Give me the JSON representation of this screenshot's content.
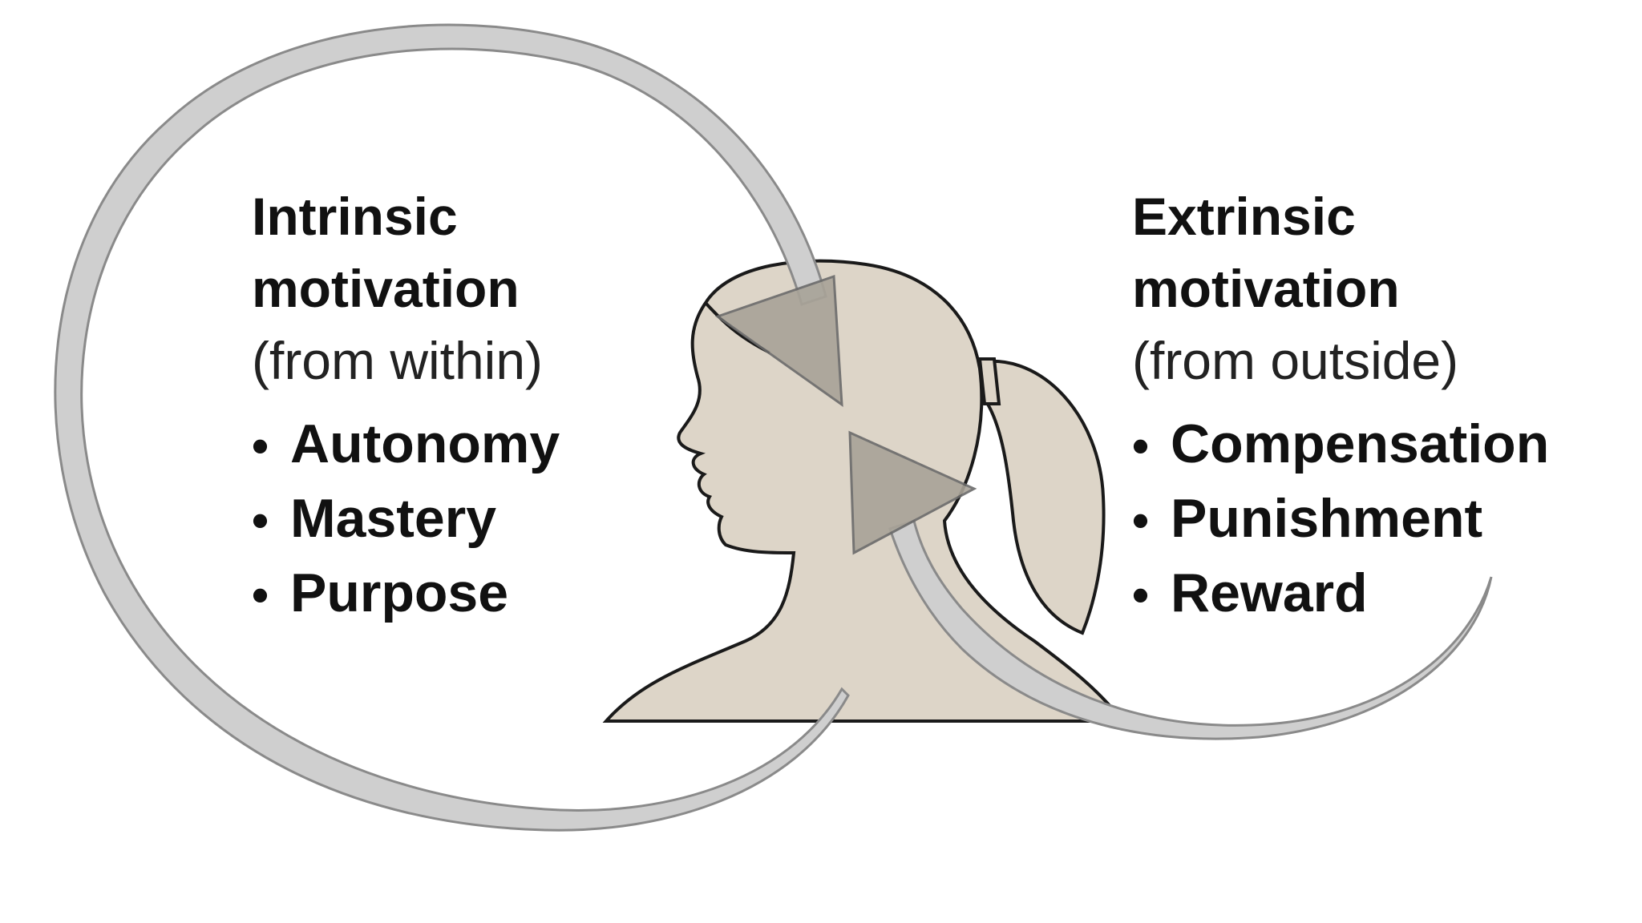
{
  "intrinsic": {
    "title_line1": "Intrinsic",
    "title_line2": "motivation",
    "subtitle": "(from within)",
    "items": [
      "Autonomy",
      "Mastery",
      "Purpose"
    ]
  },
  "extrinsic": {
    "title_line1": "Extrinsic",
    "title_line2": "motivation",
    "subtitle": "(from outside)",
    "items": [
      "Compensation",
      "Punishment",
      "Reward"
    ]
  },
  "bullet_char": "•",
  "colors": {
    "head_fill": "#ddd5c8",
    "arrow_fill": "#cfcfcf",
    "arrow_stroke": "#8a8a8a",
    "arrowhead_fill": "#a8a398",
    "outline": "#1a1a1a",
    "text": "#111111"
  },
  "icons": [
    "head-silhouette-icon",
    "intrinsic-arrow-icon",
    "extrinsic-arrow-icon"
  ]
}
